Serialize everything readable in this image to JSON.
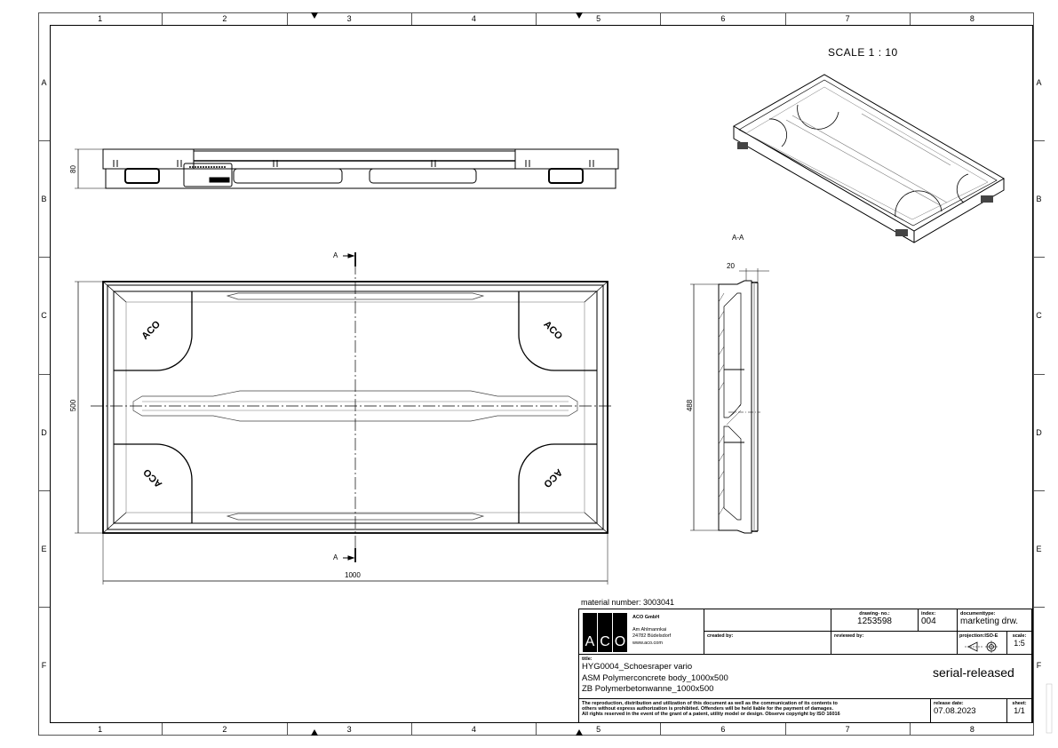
{
  "border": {
    "columns": [
      "1",
      "2",
      "3",
      "4",
      "5",
      "6",
      "7",
      "8"
    ],
    "rows": [
      "A",
      "B",
      "C",
      "D",
      "E",
      "F"
    ]
  },
  "views": {
    "scale_label": "SCALE 1 : 10",
    "section_label": "A-A",
    "section_marker": "A",
    "side_view": {
      "height_dim": "80"
    },
    "top_view": {
      "width_dim": "1000",
      "height_dim": "500",
      "logo_text": "ACO"
    },
    "section_view": {
      "height_dim": "488",
      "top_dim": "20"
    }
  },
  "title_block": {
    "material_number": "material number: 3003041",
    "company": {
      "logo": "ACO",
      "name": "ACO GmbH",
      "address_line1": "Am Ahlmannkai",
      "address_line2": "24782 Büdelsdorf",
      "website": "www.aco.com"
    },
    "created_by_label": "created by:",
    "created_by": "",
    "reviewed_by_label": "reviewed by:",
    "reviewed_by": "",
    "drawing_no_label": "drawing- no.:",
    "drawing_no": "1253598",
    "index_label": "index:",
    "index": "004",
    "documenttype_label": "documenttype:",
    "documenttype": "marketing drw.",
    "projection_label": "projection:ISO-E",
    "scale_label": "scale:",
    "scale": "1:5",
    "title_label": "title:",
    "title_lines": [
      "HYG0004_Schoesraper vario",
      "ASM Polymerconcrete body_1000x500",
      "ZB Polymerbetonwanne_1000x500"
    ],
    "status": "serial-released",
    "copyright": [
      "The reproduction, distribution and utilization of this document as well as the communication of its contents to",
      "others without express authorization is prohibited. Offenders will be held liable for the payment of damages.",
      "All rights reserved in the event of the grant of a patent, utility model or design. Observe copyright by ISO 16016"
    ],
    "release_date_label": "release date:",
    "release_date": "07.08.2023",
    "sheet_label": "sheet:",
    "sheet": "1/1"
  }
}
